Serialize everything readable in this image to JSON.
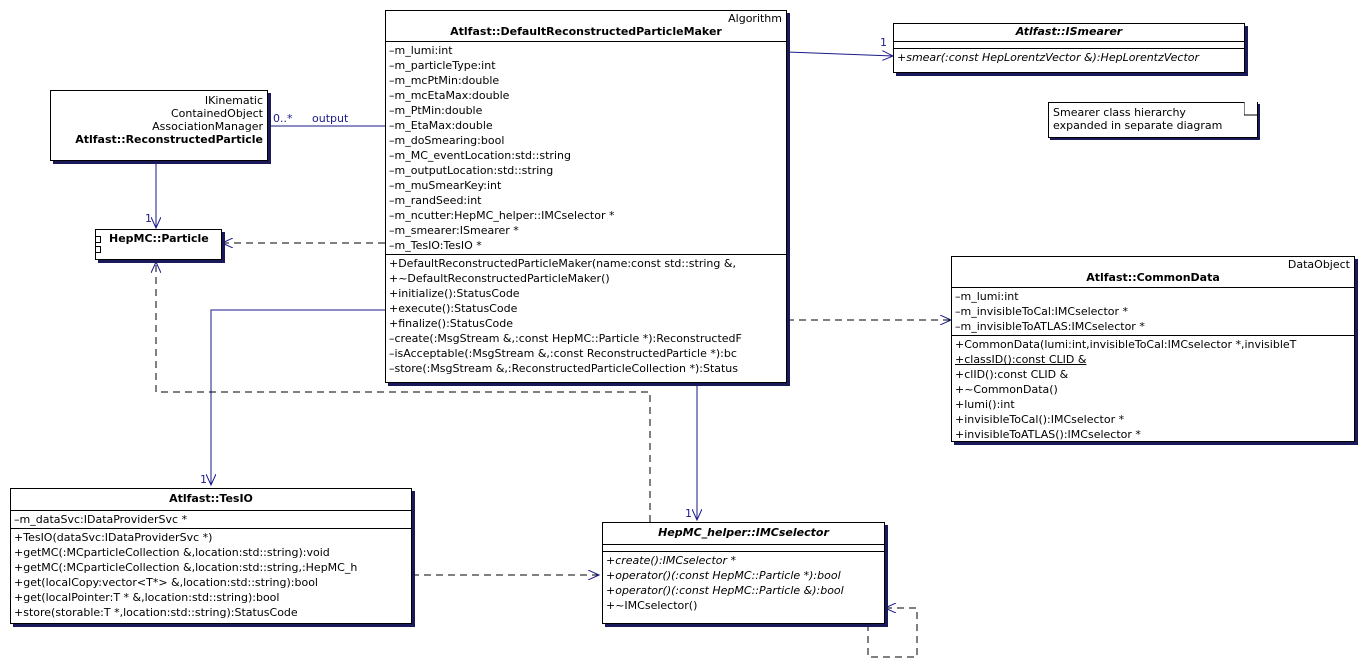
{
  "classes": {
    "maker": {
      "stereotypes": [
        "Algorithm"
      ],
      "name": "Atlfast::DefaultReconstructedParticleMaker",
      "attributes": [
        "–m_lumi:int",
        "–m_particleType:int",
        "–m_mcPtMin:double",
        "–m_mcEtaMax:double",
        "–m_PtMin:double",
        "–m_EtaMax:double",
        "–m_doSmearing:bool",
        "–m_MC_eventLocation:std::string",
        "–m_outputLocation:std::string",
        "–m_muSmearKey:int",
        "–m_randSeed:int",
        "–m_ncutter:HepMC_helper::IMCselector *",
        "–m_smearer:ISmearer *",
        "–m_TesIO:TesIO *"
      ],
      "operations": [
        "+DefaultReconstructedParticleMaker(name:const std::string &,",
        "+~DefaultReconstructedParticleMaker()",
        "+initialize():StatusCode",
        "+execute():StatusCode",
        "+finalize():StatusCode",
        "–create(:MsgStream &,:const HepMC::Particle *):ReconstructedF",
        "–isAcceptable(:MsgStream &,:const ReconstructedParticle *):bc",
        "–store(:MsgStream &,:ReconstructedParticleCollection *):Status"
      ]
    },
    "smearer": {
      "name": "Atlfast::ISmearer",
      "operations": [
        "+smear(:const HepLorentzVector &):HepLorentzVector"
      ]
    },
    "recoParticle": {
      "stereotypes": [
        "IKinematic",
        "ContainedObject",
        "AssociationManager"
      ],
      "name": "Atlfast::ReconstructedParticle"
    },
    "hepParticle": {
      "name": "HepMC::Particle"
    },
    "commonData": {
      "stereotypes": [
        "DataObject"
      ],
      "name": "Atlfast::CommonData",
      "attributes": [
        "–m_lumi:int",
        "–m_invisibleToCal:IMCselector *",
        "–m_invisibleToATLAS:IMCselector *"
      ],
      "operations": [
        "+CommonData(lumi:int,invisibleToCal:IMCselector *,invisibleT",
        "+classID():const CLID &",
        "+clID():const CLID &",
        "+~CommonData()",
        "+lumi():int",
        "+invisibleToCal():IMCselector *",
        "+invisibleToATLAS():IMCselector *"
      ]
    },
    "tesIO": {
      "name": "Atlfast::TesIO",
      "attributes": [
        "–m_dataSvc:IDataProviderSvc *"
      ],
      "operations": [
        "+TesIO(dataSvc:IDataProviderSvc *)",
        "+getMC(:MCparticleCollection &,location:std::string):void",
        "+getMC(:MCparticleCollection &,location:std::string,:HepMC_h",
        "+get(localCopy:vector<T*> &,location:std::string):bool",
        "+get(localPointer:T * &,location:std::string):bool",
        "+store(storable:T *,location:std::string):StatusCode"
      ]
    },
    "imcSelector": {
      "name": "HepMC_helper::IMCselector",
      "operations": [
        "+create():IMCselector *",
        "+operator()(:const HepMC::Particle *):bool",
        "+operator()(:const HepMC::Particle &):bool",
        "+~IMCselector()"
      ]
    }
  },
  "note": {
    "lines": [
      "Smearer class hierarchy",
      "expanded in separate diagram"
    ]
  },
  "labels": {
    "smearerMult": "1",
    "outputMult": "0..*",
    "outputRole": "output",
    "particleMult": "1",
    "tesIOMult": "1",
    "selectorMult": "1"
  },
  "colors": {
    "line": "#1a1a8a",
    "shadow": "#1a1a5a"
  }
}
